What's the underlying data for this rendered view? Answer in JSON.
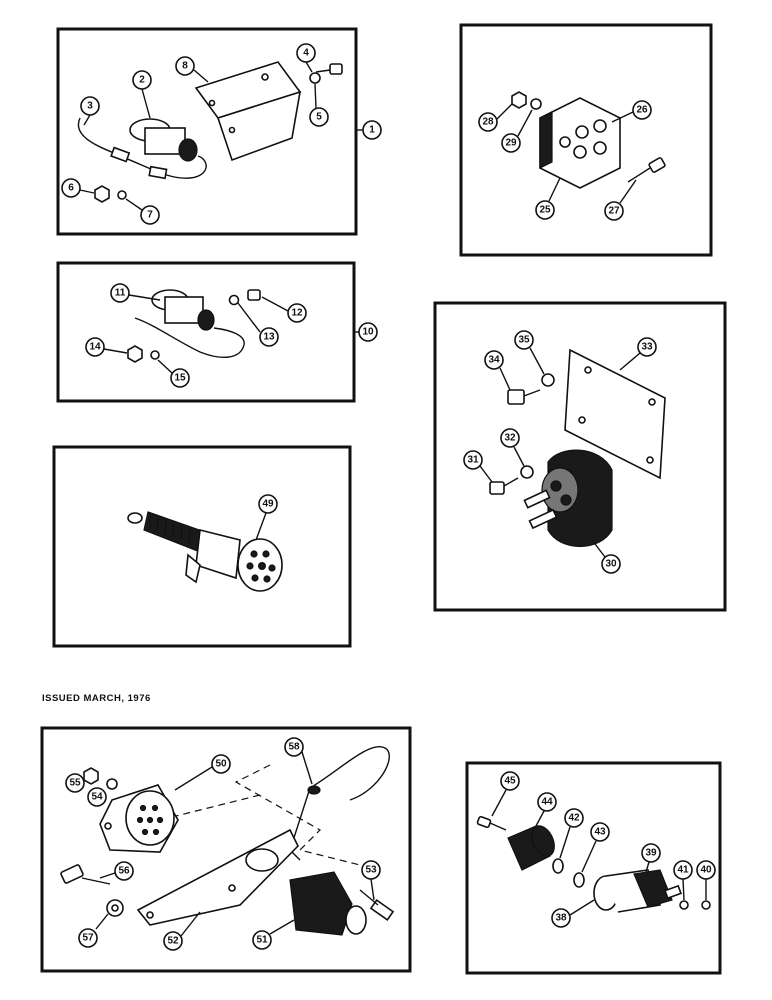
{
  "issued_note": "ISSUED MARCH, 1976",
  "callouts": {
    "c1": "1",
    "c2": "2",
    "c3": "3",
    "c4": "4",
    "c5": "5",
    "c6": "6",
    "c7": "7",
    "c8": "8",
    "c10": "10",
    "c11": "11",
    "c12": "12",
    "c13": "13",
    "c14": "14",
    "c15": "15",
    "c25": "25",
    "c26": "26",
    "c27": "27",
    "c28": "28",
    "c29": "29",
    "c30": "30",
    "c31": "31",
    "c32": "32",
    "c33": "33",
    "c34": "34",
    "c35": "35",
    "c38": "38",
    "c39": "39",
    "c40": "40",
    "c41": "41",
    "c42": "42",
    "c43": "43",
    "c44": "44",
    "c45": "45",
    "c49": "49",
    "c50": "50",
    "c51": "51",
    "c52": "52",
    "c53": "53",
    "c54": "54",
    "c55": "55",
    "c56": "56",
    "c57": "57",
    "c58": "58"
  }
}
